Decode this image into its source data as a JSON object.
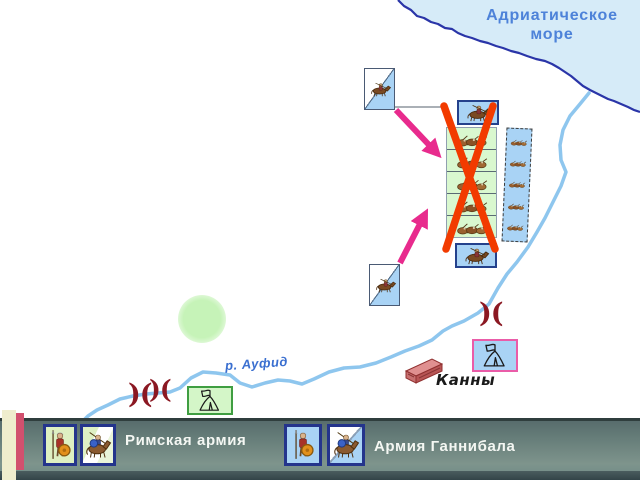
{
  "sea": {
    "label_line1": "Адриатическое",
    "label_line2": "море"
  },
  "river": {
    "label": "р. Ауфид"
  },
  "town": {
    "label": "Канны"
  },
  "formations": {
    "roman_infantry_rows": 5,
    "hannibal_line_units": 5,
    "roman_center_crossed_out": true,
    "flank_attack_arrows": 2,
    "defeat_marks_count": 3
  },
  "legend": {
    "roman_label": "Римская армия",
    "hannibal_label": "Армия Ганнибала"
  },
  "symbols": {
    "defeat_mark": ")(",
    "camp_icon": "tent-icon",
    "town_icon": "brick-icon",
    "infantry_icon": "infantry-group-icon",
    "cavalry_icon": "horseman-icon"
  },
  "colors": {
    "sea_fill": "#d6ebf8",
    "coastline": "#2a35a8",
    "river": "#8ec6ee",
    "sea_label": "#4d82d9",
    "arrow_pink": "#e82b8d",
    "cross_red": "#f23b00",
    "roman_unit_fill": "#d9f8cf",
    "hannibal_unit_fill": "#a9d3f5",
    "roman_camp_border": "#3f9e41",
    "hannibal_camp_border": "#ea5ca8",
    "defeat_mark_red": "#8b1822",
    "legend_bar_from": "#55696a",
    "legend_bar_to": "#7e948c",
    "legend_text": "#f4f7f3",
    "stripe_cream": "#efedcd",
    "stripe_crimson": "#d2506e"
  }
}
